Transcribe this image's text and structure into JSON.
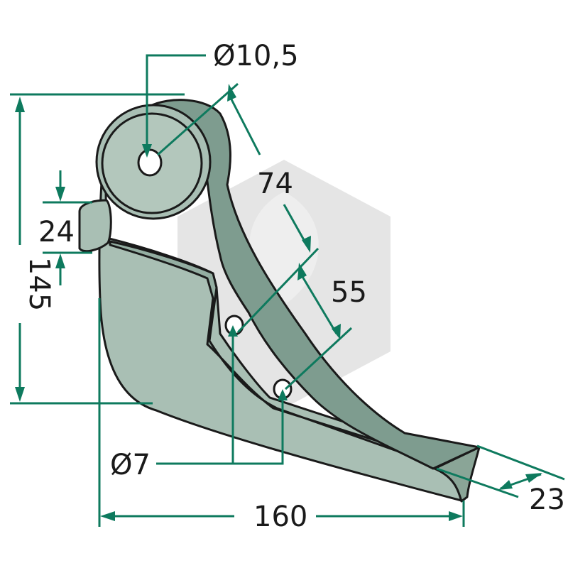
{
  "drawing": {
    "part": "tine",
    "colors": {
      "dimension": "#0e7a5e",
      "outline": "#1a1a1a",
      "face_light": "#a9bfb4",
      "face_mid": "#94aea2",
      "face_dark": "#7e9c8f",
      "background": "#ffffff"
    },
    "dimensions": {
      "pivot_hole": "Ø10,5",
      "bolt_holes": "Ø7",
      "stop_height": "24",
      "overall_height": "145",
      "hole_to_hole_upper": "74",
      "hole_to_hole_lower": "55",
      "overall_length": "160",
      "tip_width": "23"
    }
  }
}
